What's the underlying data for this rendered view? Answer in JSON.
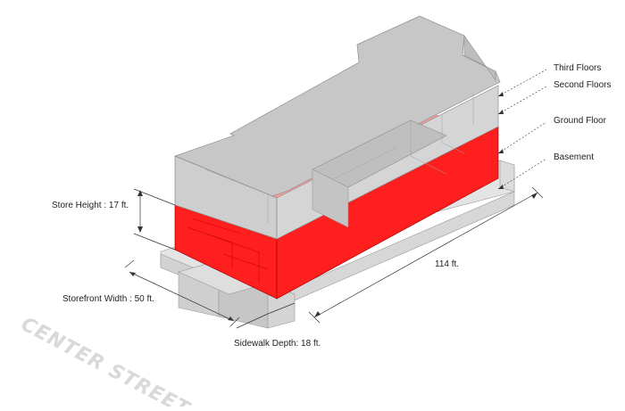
{
  "floor_labels": {
    "third": "Third Floors",
    "second": "Second Floors",
    "ground": "Ground Floor",
    "basement": "Basement"
  },
  "dimensions": {
    "store_height": "Store Height : 17 ft.",
    "storefront_width": "Storefront Width :  50 ft.",
    "depth": "114 ft.",
    "sidewalk_depth": "Sidewalk Depth: 18 ft."
  },
  "street_name": "CENTER STREET",
  "colors": {
    "ground_floor": "#ff1f1f",
    "building_gray": "#c9c8c8",
    "background": "#ffffff"
  }
}
